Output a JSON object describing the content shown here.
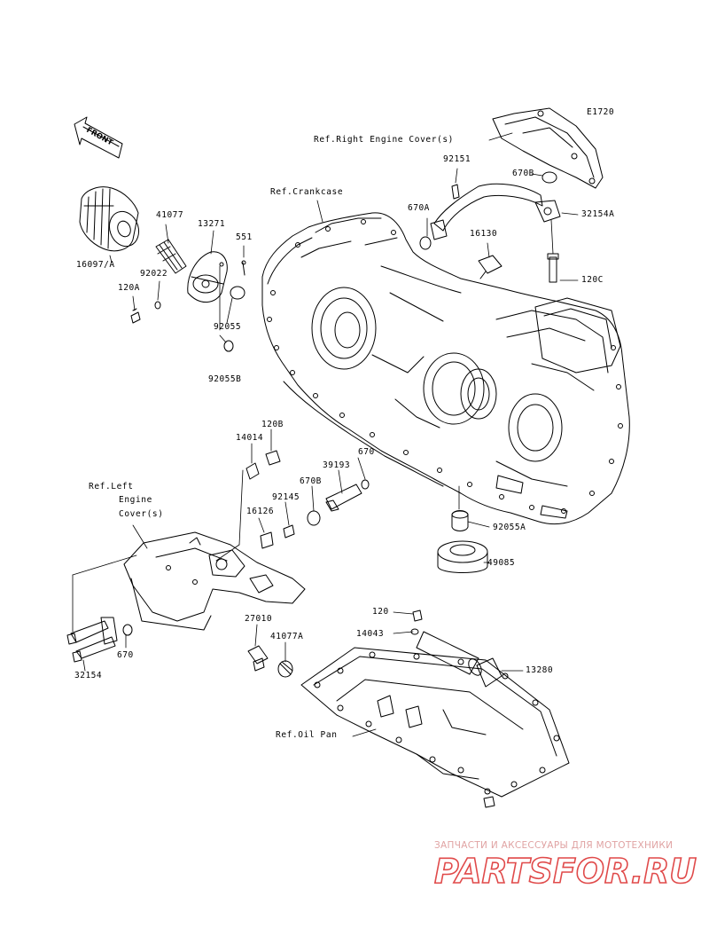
{
  "diagram_code": "E1720",
  "front_arrow_label": "FRONT",
  "references": {
    "right_engine_cover": "Ref.Right Engine Cover(s)",
    "crankcase": "Ref.Crankcase",
    "left_engine_cover_line1": "Ref.Left",
    "left_engine_cover_line2": "Engine",
    "left_engine_cover_line3": "Cover(s)",
    "oil_pan": "Ref.Oil Pan"
  },
  "part_numbers": {
    "p16097A": "16097/A",
    "p41077": "41077",
    "p13271": "13271",
    "p551": "551",
    "p92022": "92022",
    "p120A": "120A",
    "p92055": "92055",
    "p92055B": "92055B",
    "p92151": "92151",
    "p670B_top": "670B",
    "p32154A": "32154A",
    "p670A": "670A",
    "p16130": "16130",
    "p120C": "120C",
    "p120B": "120B",
    "p14014": "14014",
    "p670_mid": "670",
    "p39193": "39193",
    "p670B_mid": "670B",
    "p92145": "92145",
    "p16126": "16126",
    "p92055A": "92055A",
    "p49085": "49085",
    "p27010": "27010",
    "p41077A": "41077A",
    "p120": "120",
    "p14043": "14043",
    "p13280": "13280",
    "p32154": "32154",
    "p670_low": "670"
  },
  "watermark": {
    "caption": "ЗАПЧАСТИ И АКСЕССУАРЫ ДЛЯ МОТОТЕХНИКИ",
    "logo_text": "PARTSFOR.RU"
  },
  "colors": {
    "line": "#000000",
    "watermark_caption": "#e0a3a3",
    "watermark_logo": "#e04a4a"
  }
}
